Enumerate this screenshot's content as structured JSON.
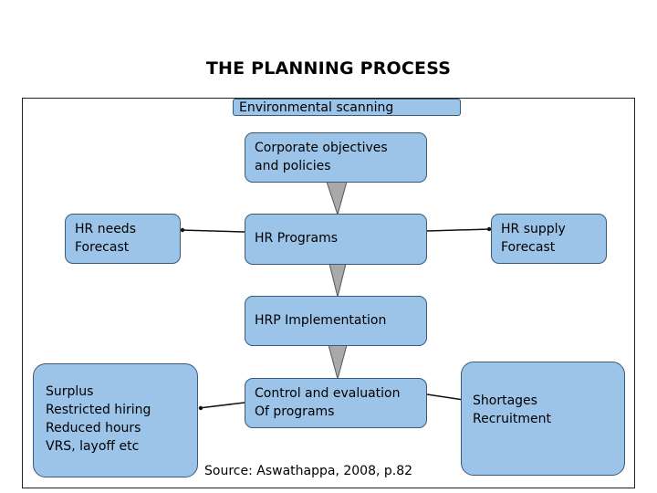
{
  "title": "THE PLANNING PROCESS",
  "boxes": {
    "environmental_scanning": "Environmental scanning",
    "corporate_objectives": "Corporate objectives\nand policies",
    "hr_needs": "HR needs\nForecast",
    "hr_programs": "HR Programs",
    "hr_supply": "HR supply\nForecast",
    "hrp_implementation": "HRP Implementation",
    "surplus": "Surplus\nRestricted hiring\nReduced hours\nVRS, layoff etc",
    "control_evaluation": "Control and evaluation\nOf programs",
    "shortages": "Shortages\nRecruitment"
  },
  "source": "Source: Aswathappa, 2008, p.82",
  "colors": {
    "box_fill": "#9cc3e8",
    "box_border": "#3a5a7a",
    "connector_fill": "#a9a9a9"
  }
}
